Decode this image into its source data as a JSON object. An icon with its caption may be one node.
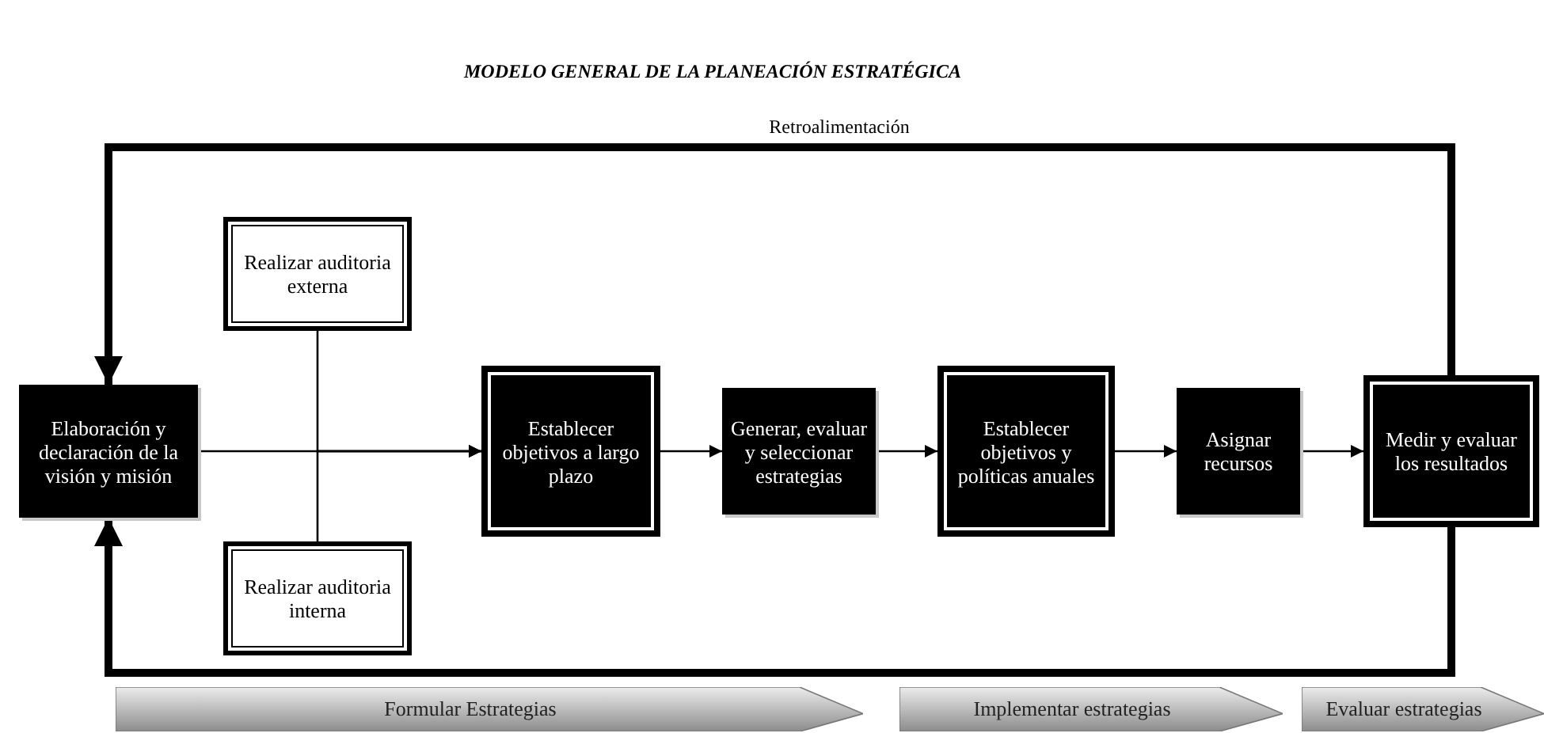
{
  "diagram": {
    "title": "MODELO GENERAL DE LA PLANEACIÓN ESTRATÉGICA",
    "nodes": [
      {
        "text": [
          "Elaboración y declaración de la visión y misión"
        ]
      },
      {
        "text": [
          "Realizar auditoria externa"
        ]
      },
      {
        "text": [
          "Realizar auditoria interna"
        ]
      },
      {
        "text": [
          "Establecer objetivos a largo plazo"
        ]
      },
      {
        "text": [
          "Generar, evaluar y seleccionar estrategias"
        ]
      },
      {
        "text": [
          "Establecer objetivos y políticas anuales"
        ]
      },
      {
        "text": [
          "Asignar recursos"
        ]
      },
      {
        "text": [
          "Medir y evaluar los resultados"
        ]
      },
      {
        "text": [
          "Formular Estrategias"
        ]
      },
      {
        "text": [
          "Implementar estrategias"
        ]
      },
      {
        "text": [
          "Evaluar estrategias"
        ]
      }
    ],
    "edges": [
      {
        "from": 0,
        "to": 3,
        "arrow": "to"
      },
      {
        "from": 1,
        "to": 3,
        "arrow": "to"
      },
      {
        "from": 2,
        "to": 3,
        "arrow": "to"
      },
      {
        "from": 3,
        "to": 4,
        "arrow": "to"
      },
      {
        "from": 4,
        "to": 5,
        "arrow": "to"
      },
      {
        "from": 5,
        "to": 6,
        "arrow": "to"
      },
      {
        "from": 6,
        "to": 7,
        "arrow": "to"
      },
      {
        "from": 7,
        "to": 0,
        "arrow": "to",
        "label": "Retroalimentación",
        "style": "thick"
      },
      {
        "from": 7,
        "to": 0,
        "arrow": "to",
        "style": "thick"
      }
    ]
  }
}
